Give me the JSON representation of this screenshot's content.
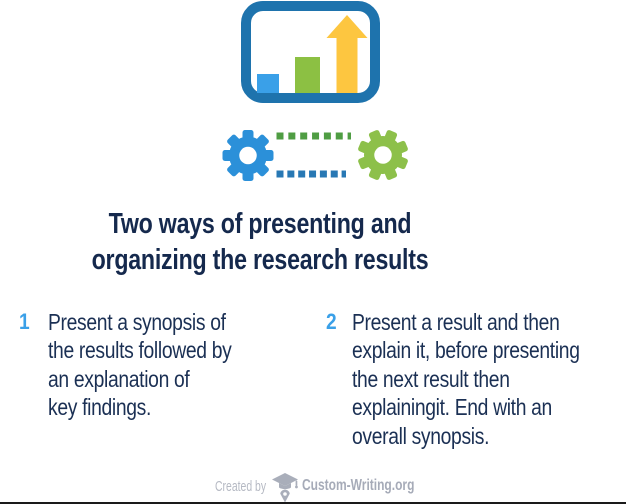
{
  "title": {
    "line1": "Two ways of presenting and",
    "line2": "organizing the research results"
  },
  "items": [
    {
      "number": "1",
      "lines": [
        "Present a synopsis of",
        "the results followed by",
        "an explanation of",
        "key findings."
      ]
    },
    {
      "number": "2",
      "lines": [
        "Present a result and then",
        "explain it, before presenting",
        "the next result then",
        "explainingit. End with an",
        "overall synopsis."
      ]
    }
  ],
  "footer": {
    "created_by_label": "Created by",
    "brand_name": "Custom-Writing.org"
  },
  "icons": {
    "chart": "bar-chart-growth-icon",
    "gears": "gears-process-icon",
    "logo": "graduation-cap-pen-icon"
  },
  "colors": {
    "title_text": "#15294d",
    "body_text": "#1b3054",
    "number_accent": "#3aa0e8",
    "chart_frame_blue": "#1e73ad",
    "bar_blue": "#3aa0e8",
    "bar_green": "#8cc043",
    "arrow_yellow": "#fdc640",
    "gear_blue": "#2b90d9",
    "gear_green": "#8dc04a",
    "dots_green": "#4f9d43",
    "dots_blue": "#2878b4",
    "footer_gray": "#a6abb8",
    "bottom_border": "#1a1a1a"
  }
}
